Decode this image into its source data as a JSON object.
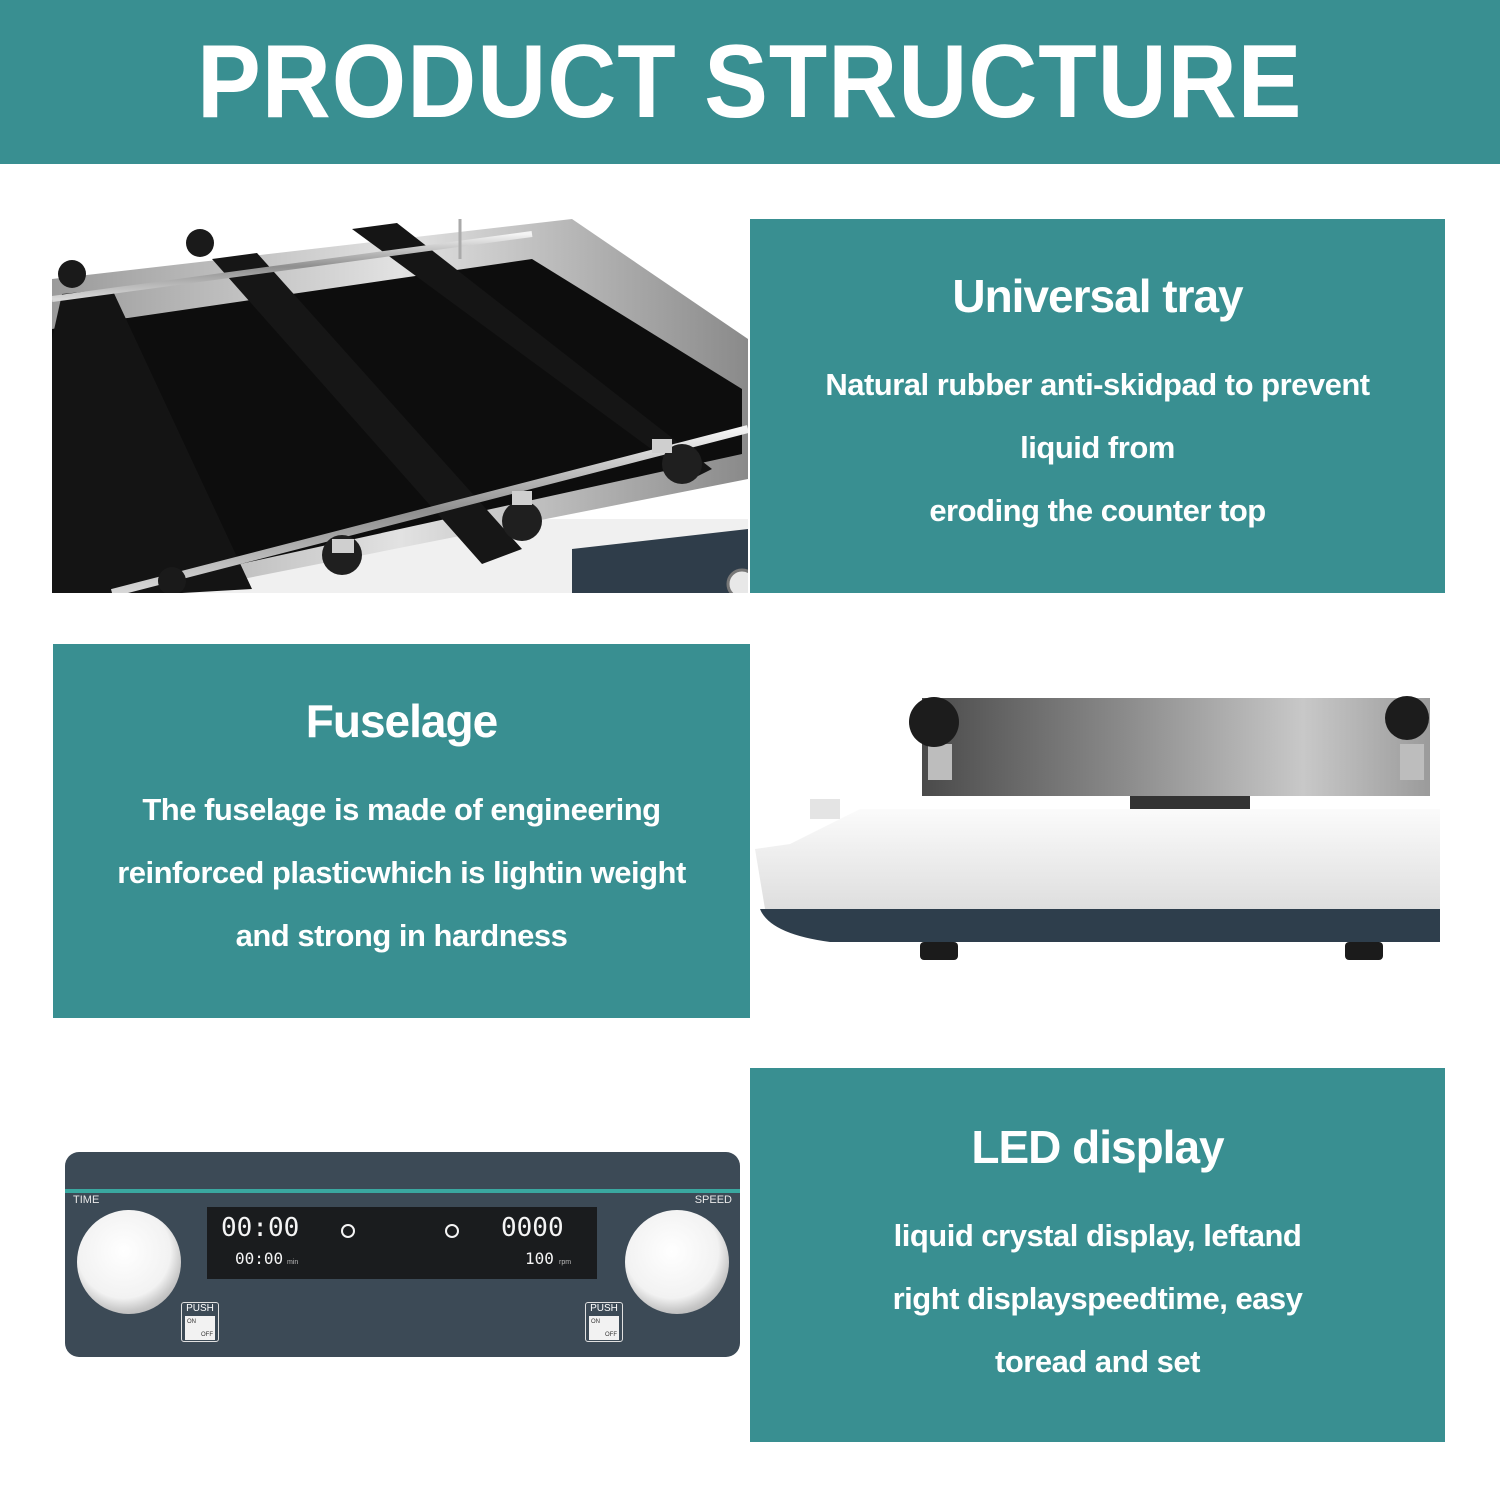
{
  "page_title": "PRODUCT STRUCTURE",
  "sections": [
    {
      "heading": "Universal tray",
      "lines": [
        "Natural rubber anti-skidpad to prevent",
        "liquid from",
        "eroding the counter top"
      ]
    },
    {
      "heading": "Fuselage",
      "lines": [
        "The fuselage is made of engineering",
        "reinforced plasticwhich is lightin weight",
        "and strong in hardness"
      ]
    },
    {
      "heading": "LED display",
      "lines": [
        "liquid crystal display, leftand",
        "right displayspeedtime, easy",
        "toread and set"
      ]
    }
  ],
  "control_panel": {
    "time_label": "TIME",
    "speed_label": "SPEED",
    "time_main": "00:00",
    "time_sub": "00:00",
    "time_unit": "min",
    "speed_main": "0000",
    "speed_sub": "100",
    "speed_unit": "rpm",
    "push_left": "PUSH",
    "push_right": "PUSH",
    "on_left": "ON",
    "off_left": "OFF",
    "on_right": "ON",
    "off_right": "OFF"
  },
  "colors": {
    "teal": "#398f91",
    "panel_dark": "#3c4a56",
    "accent_line": "#3aa8a0"
  }
}
